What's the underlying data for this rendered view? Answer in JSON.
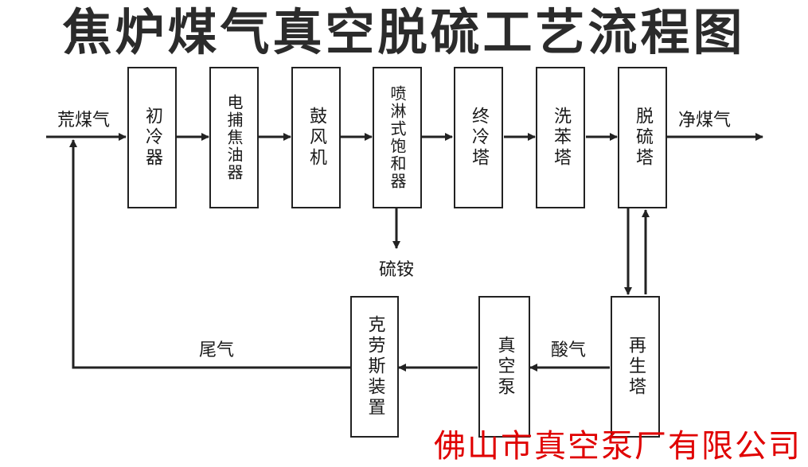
{
  "title": "焦炉煤气真空脱硫工艺流程图",
  "company": "佛山市真空泵厂有限公司",
  "labels": {
    "raw_gas": "荒煤气",
    "clean_gas": "净煤气",
    "ammonium_sulfate": "硫铵",
    "acid_gas": "酸气",
    "tail_gas": "尾气"
  },
  "units": {
    "primary_cooler": "初冷器",
    "electric_tar_catcher": "电捕焦油器",
    "blower": "鼓风机",
    "spray_saturator": "喷淋式饱和器",
    "final_cooling_tower": "终冷塔",
    "benzene_washing_tower": "洗苯塔",
    "desulfurization_tower": "脱硫塔",
    "regeneration_tower": "再生塔",
    "vacuum_pump": "真空泵",
    "claus_unit": "克劳斯装置"
  },
  "colors": {
    "line": "#222222",
    "company": "#e00000"
  }
}
